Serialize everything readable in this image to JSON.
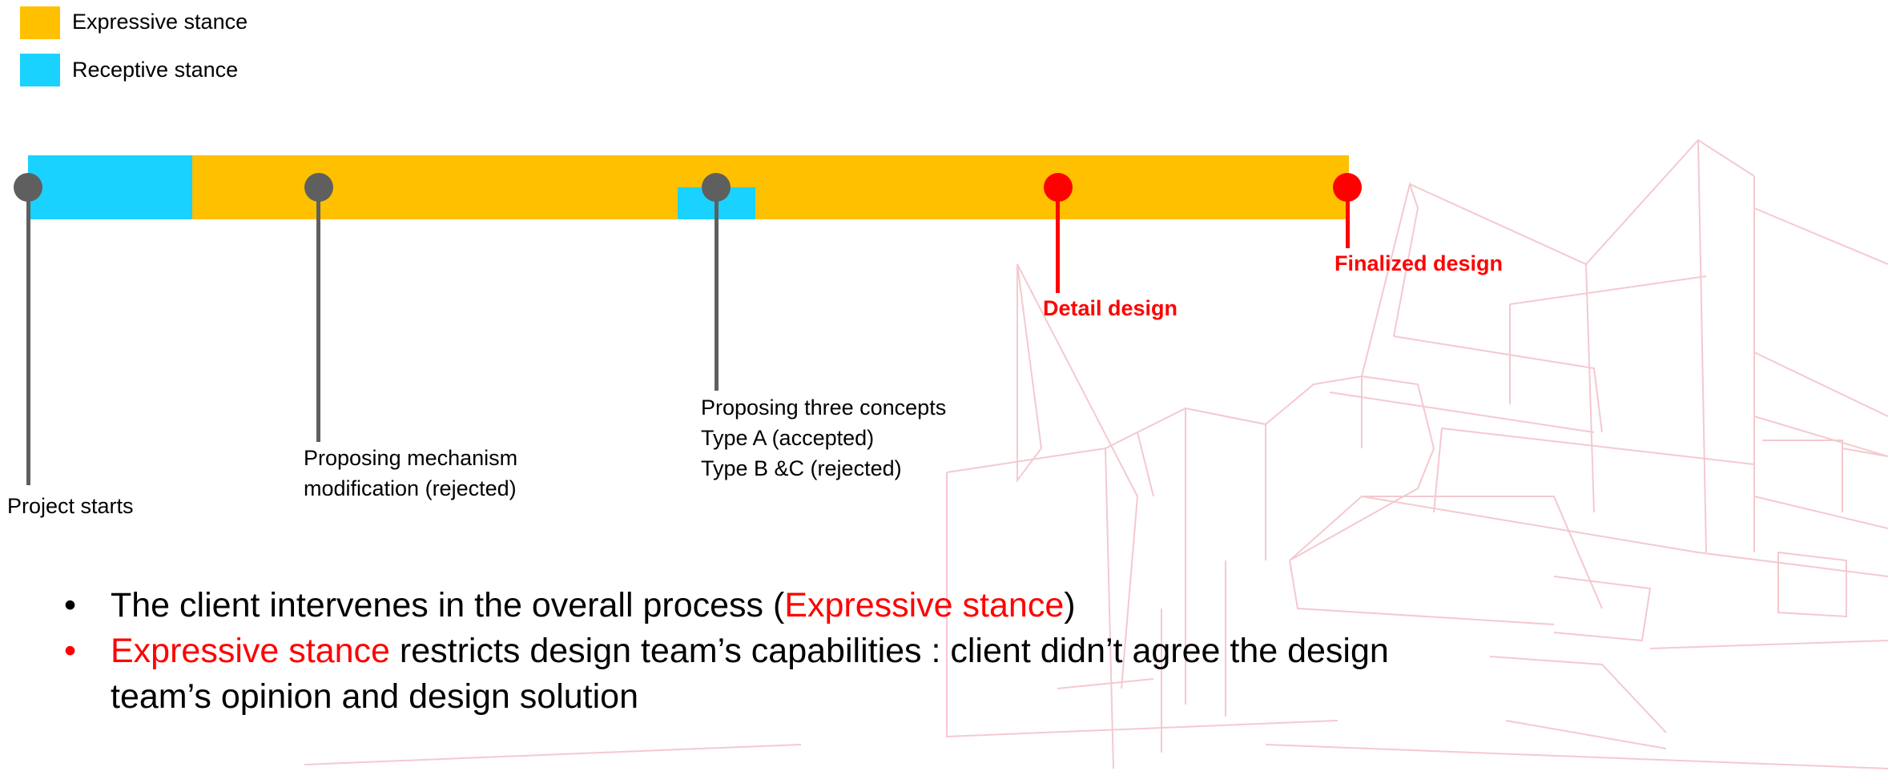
{
  "colors": {
    "expressive": "#ffc000",
    "receptive": "#19d2ff",
    "milestone_gray": "#5f5f5f",
    "milestone_red": "#ff0000",
    "background_art": "#f4c9cf"
  },
  "legend": [
    {
      "label": "Expressive stance",
      "color": "#ffc000"
    },
    {
      "label": "Receptive stance",
      "color": "#19d2ff"
    }
  ],
  "timeline": {
    "milestones": [
      {
        "lines": [
          "Project starts"
        ],
        "color": "gray"
      },
      {
        "lines": [
          "Proposing mechanism",
          "modification (rejected)"
        ],
        "color": "gray"
      },
      {
        "lines": [
          "Proposing three concepts",
          "Type A (accepted)",
          "Type B &C (rejected)"
        ],
        "color": "gray"
      },
      {
        "lines": [
          "Detail design"
        ],
        "color": "red"
      },
      {
        "lines": [
          "Finalized design"
        ],
        "color": "red"
      }
    ]
  },
  "bullets": [
    {
      "marker": "•",
      "marker_color": "#000000",
      "before": "The client intervenes in the overall process (",
      "highlight": "Expressive stance",
      "after": ")"
    },
    {
      "marker": "•",
      "marker_color": "#ff0000",
      "before": "",
      "highlight": "Expressive stance",
      "after": " restricts design team’s capabilities : client didn’t agree the design team’s opinion and design solution"
    }
  ]
}
